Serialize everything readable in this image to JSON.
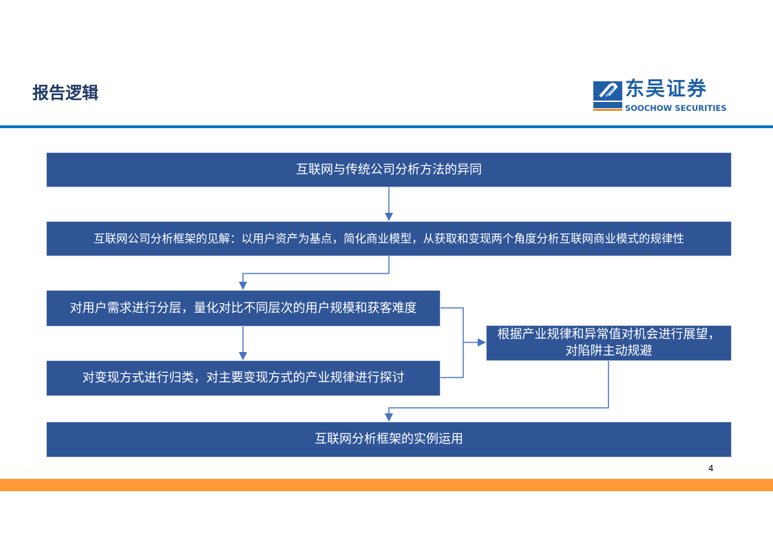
{
  "header": {
    "title": "报告逻辑",
    "logo": {
      "cn": "东吴证券",
      "en": "SOOCHOW SECURITIES",
      "mark": "SCS"
    }
  },
  "flow": {
    "step1": "互联网与传统公司分析方法的异同",
    "step2": "互联网公司分析框架的见解：以用户资产为基点，简化商业模型，从获取和变现两个角度分析互联网商业模式的规律性",
    "step3a": "对用户需求进行分层，量化对比不同层次的用户规模和获客难度",
    "step3b": "对变现方式进行归类，对主要变现方式的产业规律进行探讨",
    "step4_line1": "根据产业规律和异常值对机会进行展望，",
    "step4_line2": "对陷阱主动规避",
    "step5": "互联网分析框架的实例运用"
  },
  "footer": {
    "page_number": "4"
  },
  "colors": {
    "box": "#2f5597",
    "rule": "#0070c0",
    "footer_bar": "#ff9933",
    "connector": "#4472c4"
  }
}
